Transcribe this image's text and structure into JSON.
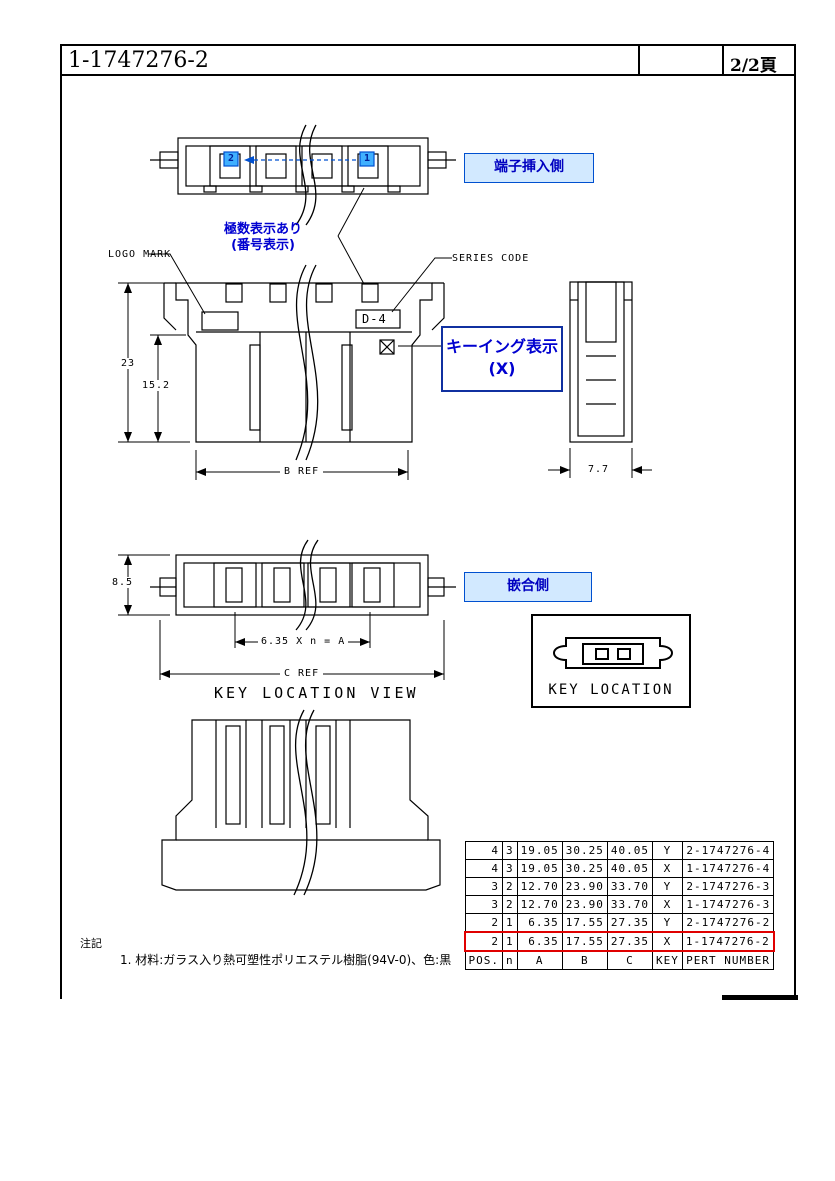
{
  "title_block": {
    "part_number": "1-1747276-2",
    "page": "2/2頁"
  },
  "labels": {
    "logo_mark": "LOGO MARK",
    "series_code": "SERIES CODE",
    "series_code_value": "D-4",
    "dim_23": "23",
    "dim_15_2": "15.2",
    "dim_b_ref": "B REF",
    "dim_7_7": "7.7",
    "dim_8_5": "8.5",
    "dim_pitch": "6.35 X n = A",
    "dim_c_ref": "C REF",
    "key_location_view": "KEY LOCATION VIEW",
    "key_location": "KEY LOCATION",
    "cavity_1": "1",
    "cavity_2": "2"
  },
  "callouts": {
    "terminal_insert_side": "端子挿入側",
    "mating_side": "嵌合側",
    "pole_display_line1": "極数表示あり",
    "pole_display_line2": "(番号表示)",
    "keying_line1": "キーイング表示",
    "keying_line2": "(X)"
  },
  "parts_table": {
    "header": [
      "POS.",
      "n",
      "A",
      "B",
      "C",
      "KEY",
      "PERT NUMBER"
    ],
    "rows": [
      [
        "4",
        "3",
        "19.05",
        "30.25",
        "40.05",
        "Y",
        "2-1747276-4"
      ],
      [
        "4",
        "3",
        "19.05",
        "30.25",
        "40.05",
        "X",
        "1-1747276-4"
      ],
      [
        "3",
        "2",
        "12.70",
        "23.90",
        "33.70",
        "Y",
        "2-1747276-3"
      ],
      [
        "3",
        "2",
        "12.70",
        "23.90",
        "33.70",
        "X",
        "1-1747276-3"
      ],
      [
        "2",
        "1",
        "6.35",
        "17.55",
        "27.35",
        "Y",
        "2-1747276-2"
      ],
      [
        "2",
        "1",
        "6.35",
        "17.55",
        "27.35",
        "X",
        "1-1747276-2"
      ]
    ],
    "highlighted_row": 5
  },
  "notes": {
    "title": "注記",
    "line1": "1. 材料:ガラス入り熱可塑性ポリエステル樹脂(94V-0)、色:黒"
  },
  "colors": {
    "callout_blue": "#0000d0",
    "highlight_red": "#e00000"
  }
}
